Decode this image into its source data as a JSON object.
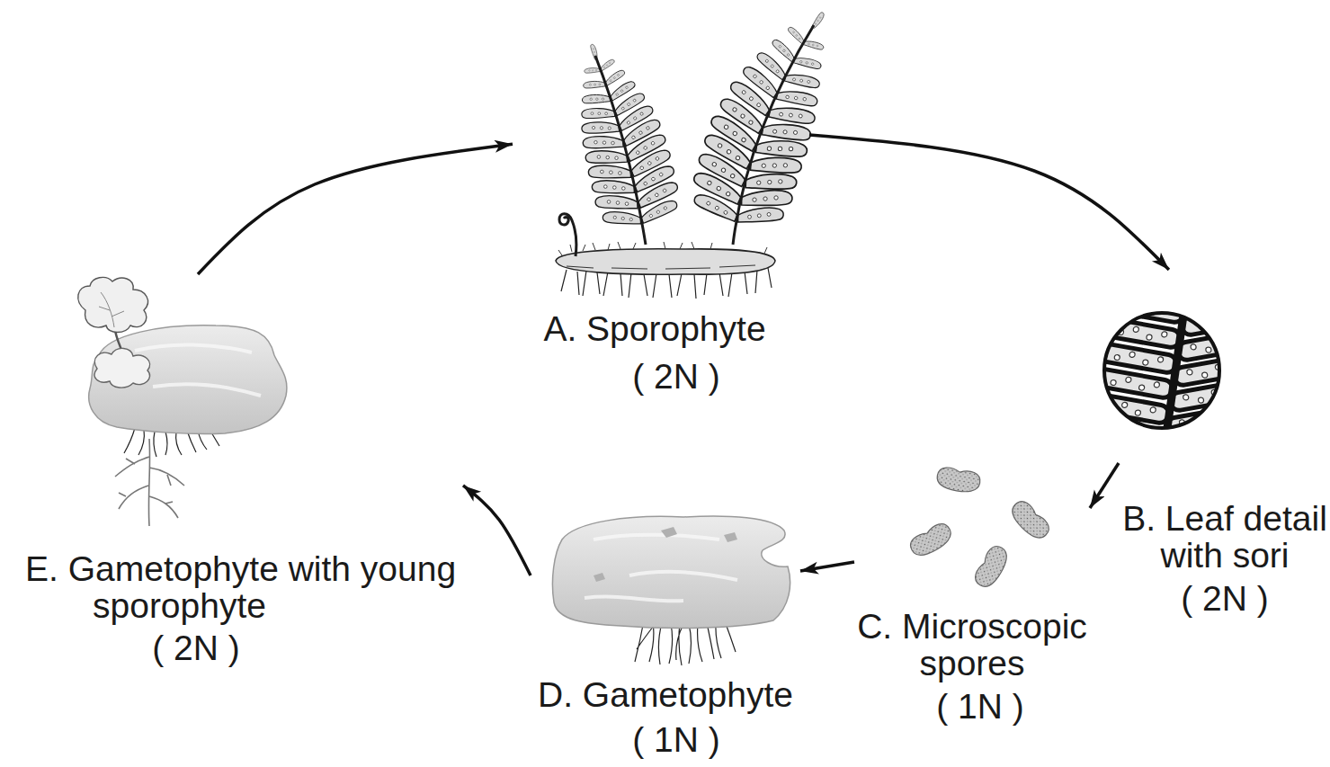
{
  "diagram": {
    "nodes": [
      {
        "text": [
          "A. Sporophyte",
          "( 2N )"
        ]
      },
      {
        "text": [
          "B. Leaf detail with sori",
          "( 2N )"
        ]
      },
      {
        "text": [
          "C. Microscopic spores",
          "( 1N )"
        ]
      },
      {
        "text": [
          "D. Gametophyte",
          "( 1N )"
        ]
      },
      {
        "text": [
          "E. Gametophyte with young sporophyte",
          "( 2N )"
        ]
      }
    ],
    "edges": [
      {
        "from": 0,
        "to": 1,
        "arrow": "to"
      },
      {
        "from": 1,
        "to": 2,
        "arrow": "to"
      },
      {
        "from": 2,
        "to": 3,
        "arrow": "to"
      },
      {
        "from": 3,
        "to": 4,
        "arrow": "to"
      },
      {
        "from": 4,
        "to": 0,
        "arrow": "to"
      }
    ]
  }
}
